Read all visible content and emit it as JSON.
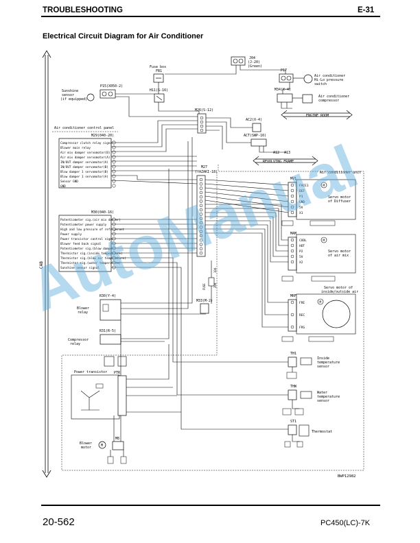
{
  "header": {
    "section": "TROUBLESHOOTING",
    "page_code": "E-31"
  },
  "title": "Electrical Circuit Diagram for Air Conditioner",
  "footer": {
    "page_number": "20-562",
    "model": "PC450(LC)-7K"
  },
  "watermark": "AutoManual",
  "figure_id": "BWP12982",
  "labels": {
    "j04": "J04",
    "j04_sub": "(J-20)",
    "j04_color": "(Green)",
    "fuse_box": "Fuse box",
    "fb1": "FB1",
    "p17": "P17",
    "hilo_switch": [
      "Air conditioner",
      "Hi-Lo pressure",
      "switch"
    ],
    "p15": "P15(X050-2)",
    "sunshine": [
      "Sunshine",
      "sensor",
      "(if equipped)"
    ],
    "h11": "H11(S-16)",
    "m34": "M34(X-4)",
    "compressor": [
      "Air conditioner",
      "compressor"
    ],
    "engine_room": "ENGINE ROOM",
    "m26": "M26(S-12)",
    "control_panel": "Air conditioner control panel",
    "m29": "M29(040-20)",
    "ac2": "AC2(X-4)",
    "act": "ACT(SWP-16)",
    "a12": "A12",
    "a13": "A13",
    "revolving": "REVOLVING FRAME",
    "m27": "M27",
    "m27_sub": "(YAZAKI-18)",
    "ac_unit": "Air conditioner unit",
    "mv1": "MV1",
    "servo_diffuser": [
      "Servo motor",
      "of Diffuser"
    ],
    "mam": "MAM",
    "servo_airmix": [
      "Servo motor",
      "of air mix"
    ],
    "m30": "M30(040-16)",
    "mrf": "MRF",
    "servo_inout": [
      "Servo motor of",
      "inside/outside air"
    ],
    "r30": "R30(Y-4)",
    "blower_relay": [
      "Blower",
      "relay"
    ],
    "fuse_lbl": "FUSE",
    "m33": "M33(M-2)",
    "r31": "R31(R-5)",
    "comp_relay": [
      "Compressor",
      "relay"
    ],
    "th1": "TH1",
    "inside_sensor": [
      "Inside",
      "temperature",
      "sensor"
    ],
    "power_transistor": "Power transistor",
    "ptr": "PTR",
    "thw": "THW",
    "water_sensor": [
      "Water",
      "temperature",
      "sensor"
    ],
    "st1": "ST1",
    "thermostat": "Thermostat",
    "m8": "M8",
    "blower_motor": [
      "Blower",
      "motor"
    ],
    "cab": "CAB",
    "motor_m": "M"
  },
  "m29_pins": [
    "Compressor clutch relay signal",
    "Blower main relay",
    "Air mix damper servomotor(B)",
    "Air mix damper servomotor(A)",
    "IN/OUT damper servomotor(A)",
    "IN/OUT damper servomotor(B)",
    "Blow damper 1 servomotor(B)",
    "Blow damper 1 servomotor(A)",
    "Sensor GND",
    "GND"
  ],
  "m30_pins": [
    "Potentiometer sig.(air mix damper)",
    "Potentiometer power supply",
    "High and low pressure of refrigerant",
    "Power supply",
    "Power transistor control signal",
    "Blower feed back signal",
    "Potentiometer sig.(blow damper)",
    "Thermistor sig.(inside temperature)",
    "Thermistor sig.(blow air temperature)",
    "Thermistor sig.(water temperature)",
    "Sunshine sensor signal"
  ],
  "mv1_pins": [
    "FACE1",
    "DEF",
    "P1",
    "GND",
    "5V",
    "X1"
  ],
  "mam_pins": [
    "COOL",
    "HOT",
    "P2",
    "5V",
    "X2"
  ],
  "mrf_pins": [
    "FRE",
    "REC",
    "FRS"
  ],
  "fuse_rating": "10A",
  "fuse_rating2": "20A"
}
